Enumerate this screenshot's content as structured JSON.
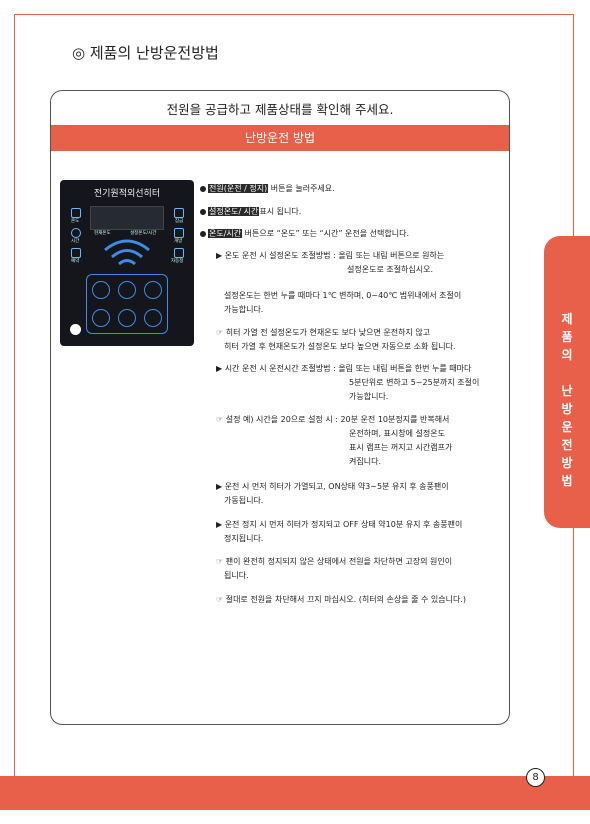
{
  "page_title": "◎ 제품의 난방운전방법",
  "side_tab": [
    "제",
    "품",
    "의",
    "",
    "난",
    "방",
    "운",
    "전",
    "방",
    "법"
  ],
  "frame_head": "전원을 공급하고 제품상태를 확인해 주세요.",
  "frame_band": "난방운전 방법",
  "panel": {
    "title": "전기원적외선히터",
    "disp_left": "현재온도",
    "disp_right": "설정온도/시간",
    "left_icons": [
      "온도",
      "시간",
      "예약"
    ],
    "right_icons": [
      "잠금",
      "개방",
      "자동정"
    ]
  },
  "bullets": [
    {
      "hl": "전원(운전 / 정지)",
      "rest": " 버튼을 눌러주세요."
    },
    {
      "hl": "설정온도/ 시간",
      "rest": "표시 됩니다."
    },
    {
      "hl": "온도/시간",
      "rest": " 버튼으로 “온도” 또는 “시간” 운전을 선택합니다."
    }
  ],
  "body": [
    "▶ 온도 운전 시 설정온도 조절방법 : 올림 또는 내림 버튼으로 원하는",
    "설정온도로 조절하십시오.",
    "설정온도는 한번 누를 때마다 1℃ 변하며, 0~40℃ 범위내에서 조절이",
    "가능합니다.",
    "☞ 히터 가열 전 설정온도가 현재온도 보다 낮으면 운전하지 않고",
    "히터 가열 후 현재온도가 설정온도 보다 높으면 자동으로 소화 됩니다.",
    "▶ 시간 운전 시 운전시간 조절방법 : 올림 또는 내림 버튼을 한번 누를 때마다",
    "5분단위로 변하고 5~25분까지 조절이",
    "가능합니다.",
    "☞ 설정 예) 시간을 20으로 설정 시 : 20분 운전 10분정지를 반복해서",
    "운전하며, 표시창에 설정온도",
    "표시 램프는 꺼지고 시간램프가",
    "켜집니다.",
    "▶ 운전 시 먼저 히터가 가열되고, ON상태 약3~5분 유지 후 송풍팬이",
    "가동됩니다.",
    "▶ 운전 정지 시 먼저 히터가 정지되고 OFF 상태 약10분 유지 후 송풍팬이",
    "정지됩니다.",
    "☞ 팬이 완전히 정지되지 않은 상태에서 전원을 차단하면 고장의 원인이",
    "됩니다.",
    "☞ 절대로 전원을 차단해서 끄지 마십시오. (히터의 손상을 줄 수 있습니다.)"
  ],
  "page_number": "8"
}
